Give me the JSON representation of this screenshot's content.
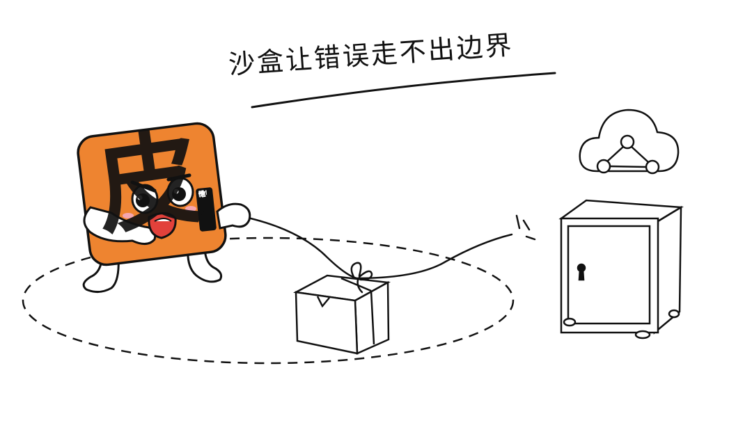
{
  "title": "沙盒让错误走不出边界",
  "mascot": {
    "character": "皮",
    "badge_lines": [
      "PM",
      "维",
      "他",
      "命"
    ]
  },
  "colors": {
    "mascot_orange": "#EE8430",
    "ink": "#111111",
    "background": "#ffffff"
  },
  "icons": [
    "cloud-network-icon",
    "safe-icon",
    "box-icon"
  ]
}
